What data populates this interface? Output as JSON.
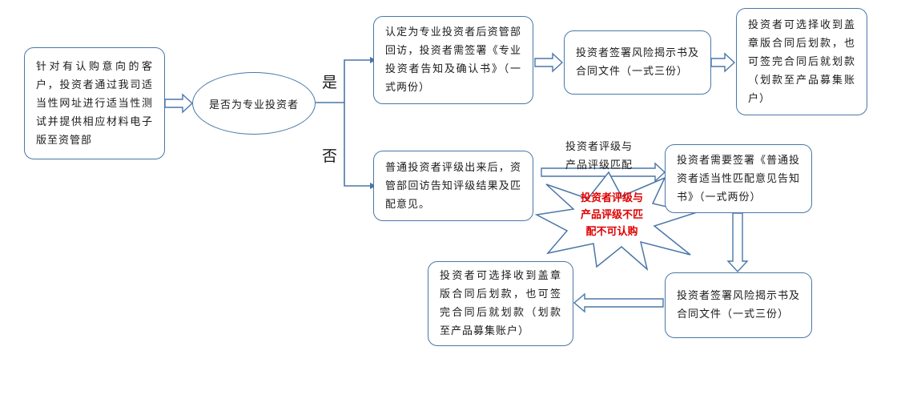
{
  "nodes": {
    "start": "针对有认购意向的客户，投资者通过我司适当性网址进行适当性测试并提供相应材料电子版至资管部",
    "decision": "是否为专业投资者",
    "pro_confirm": "认定为专业投资者后资管部回访，投资者需签署《专业投资者告知及确认书》（一式两份）",
    "pro_sign": "投资者签署风险揭示书及合同文件（一式三份）",
    "pro_pay": "投资者可选择收到盖章版合同后划款，也可签完合同后就划款（划款至产品募集账户）",
    "normal_rating": "普通投资者评级出来后，资管部回访告知评级结果及匹配意见。",
    "normal_sign_notice": "投资者需要签署《普通投资者适当性匹配意见告知书》（一式两份）",
    "normal_sign": "投资者签署风险揭示书及合同文件（一式三份）",
    "normal_pay": "投资者可选择收到盖章版合同后划款，也可签完合同后就划款（划款至产品募集账户）"
  },
  "labels": {
    "yes": "是",
    "no": "否",
    "match_line1": "投资者评级与",
    "match_line2": "产品评级匹配"
  },
  "warning": {
    "line1": "投资者评级与",
    "line2": "产品评级不匹",
    "line3": "配不可认购",
    "color": "#e00000",
    "fill": "#ffffff"
  },
  "colors": {
    "border": "#4a77a8",
    "arrow_fill": "#ffffff",
    "arrow_stroke": "#4a77a8",
    "star_stroke": "#4a77a8"
  }
}
